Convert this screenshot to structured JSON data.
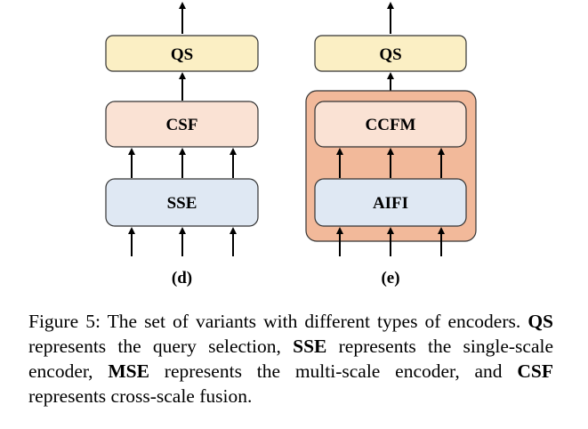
{
  "diagrams": [
    {
      "id": "d",
      "sublabel": "(d)",
      "boxes": {
        "top": "QS",
        "middle": "CSF",
        "bottom": "SSE"
      }
    },
    {
      "id": "e",
      "sublabel": "(e)",
      "boxes": {
        "top": "QS",
        "middle": "CCFM",
        "bottom": "AIFI"
      }
    }
  ],
  "colors": {
    "qs_fill": "#fbefc4",
    "mid_fill": "#fae2d4",
    "bottom_fill": "#dfe8f3",
    "group_fill": "#f2b99a",
    "stroke": "#333333"
  },
  "caption": {
    "prefix": "Figure 5:  The set of variants with different types of encoders. ",
    "t1": "QS",
    "s1": " represents the query selection, ",
    "t2": "SSE",
    "s2": " represents the single-scale encoder, ",
    "t3": "MSE",
    "s3": " represents the multi-scale encoder, and ",
    "t4": "CSF",
    "s4": " represents cross-scale fusion."
  }
}
